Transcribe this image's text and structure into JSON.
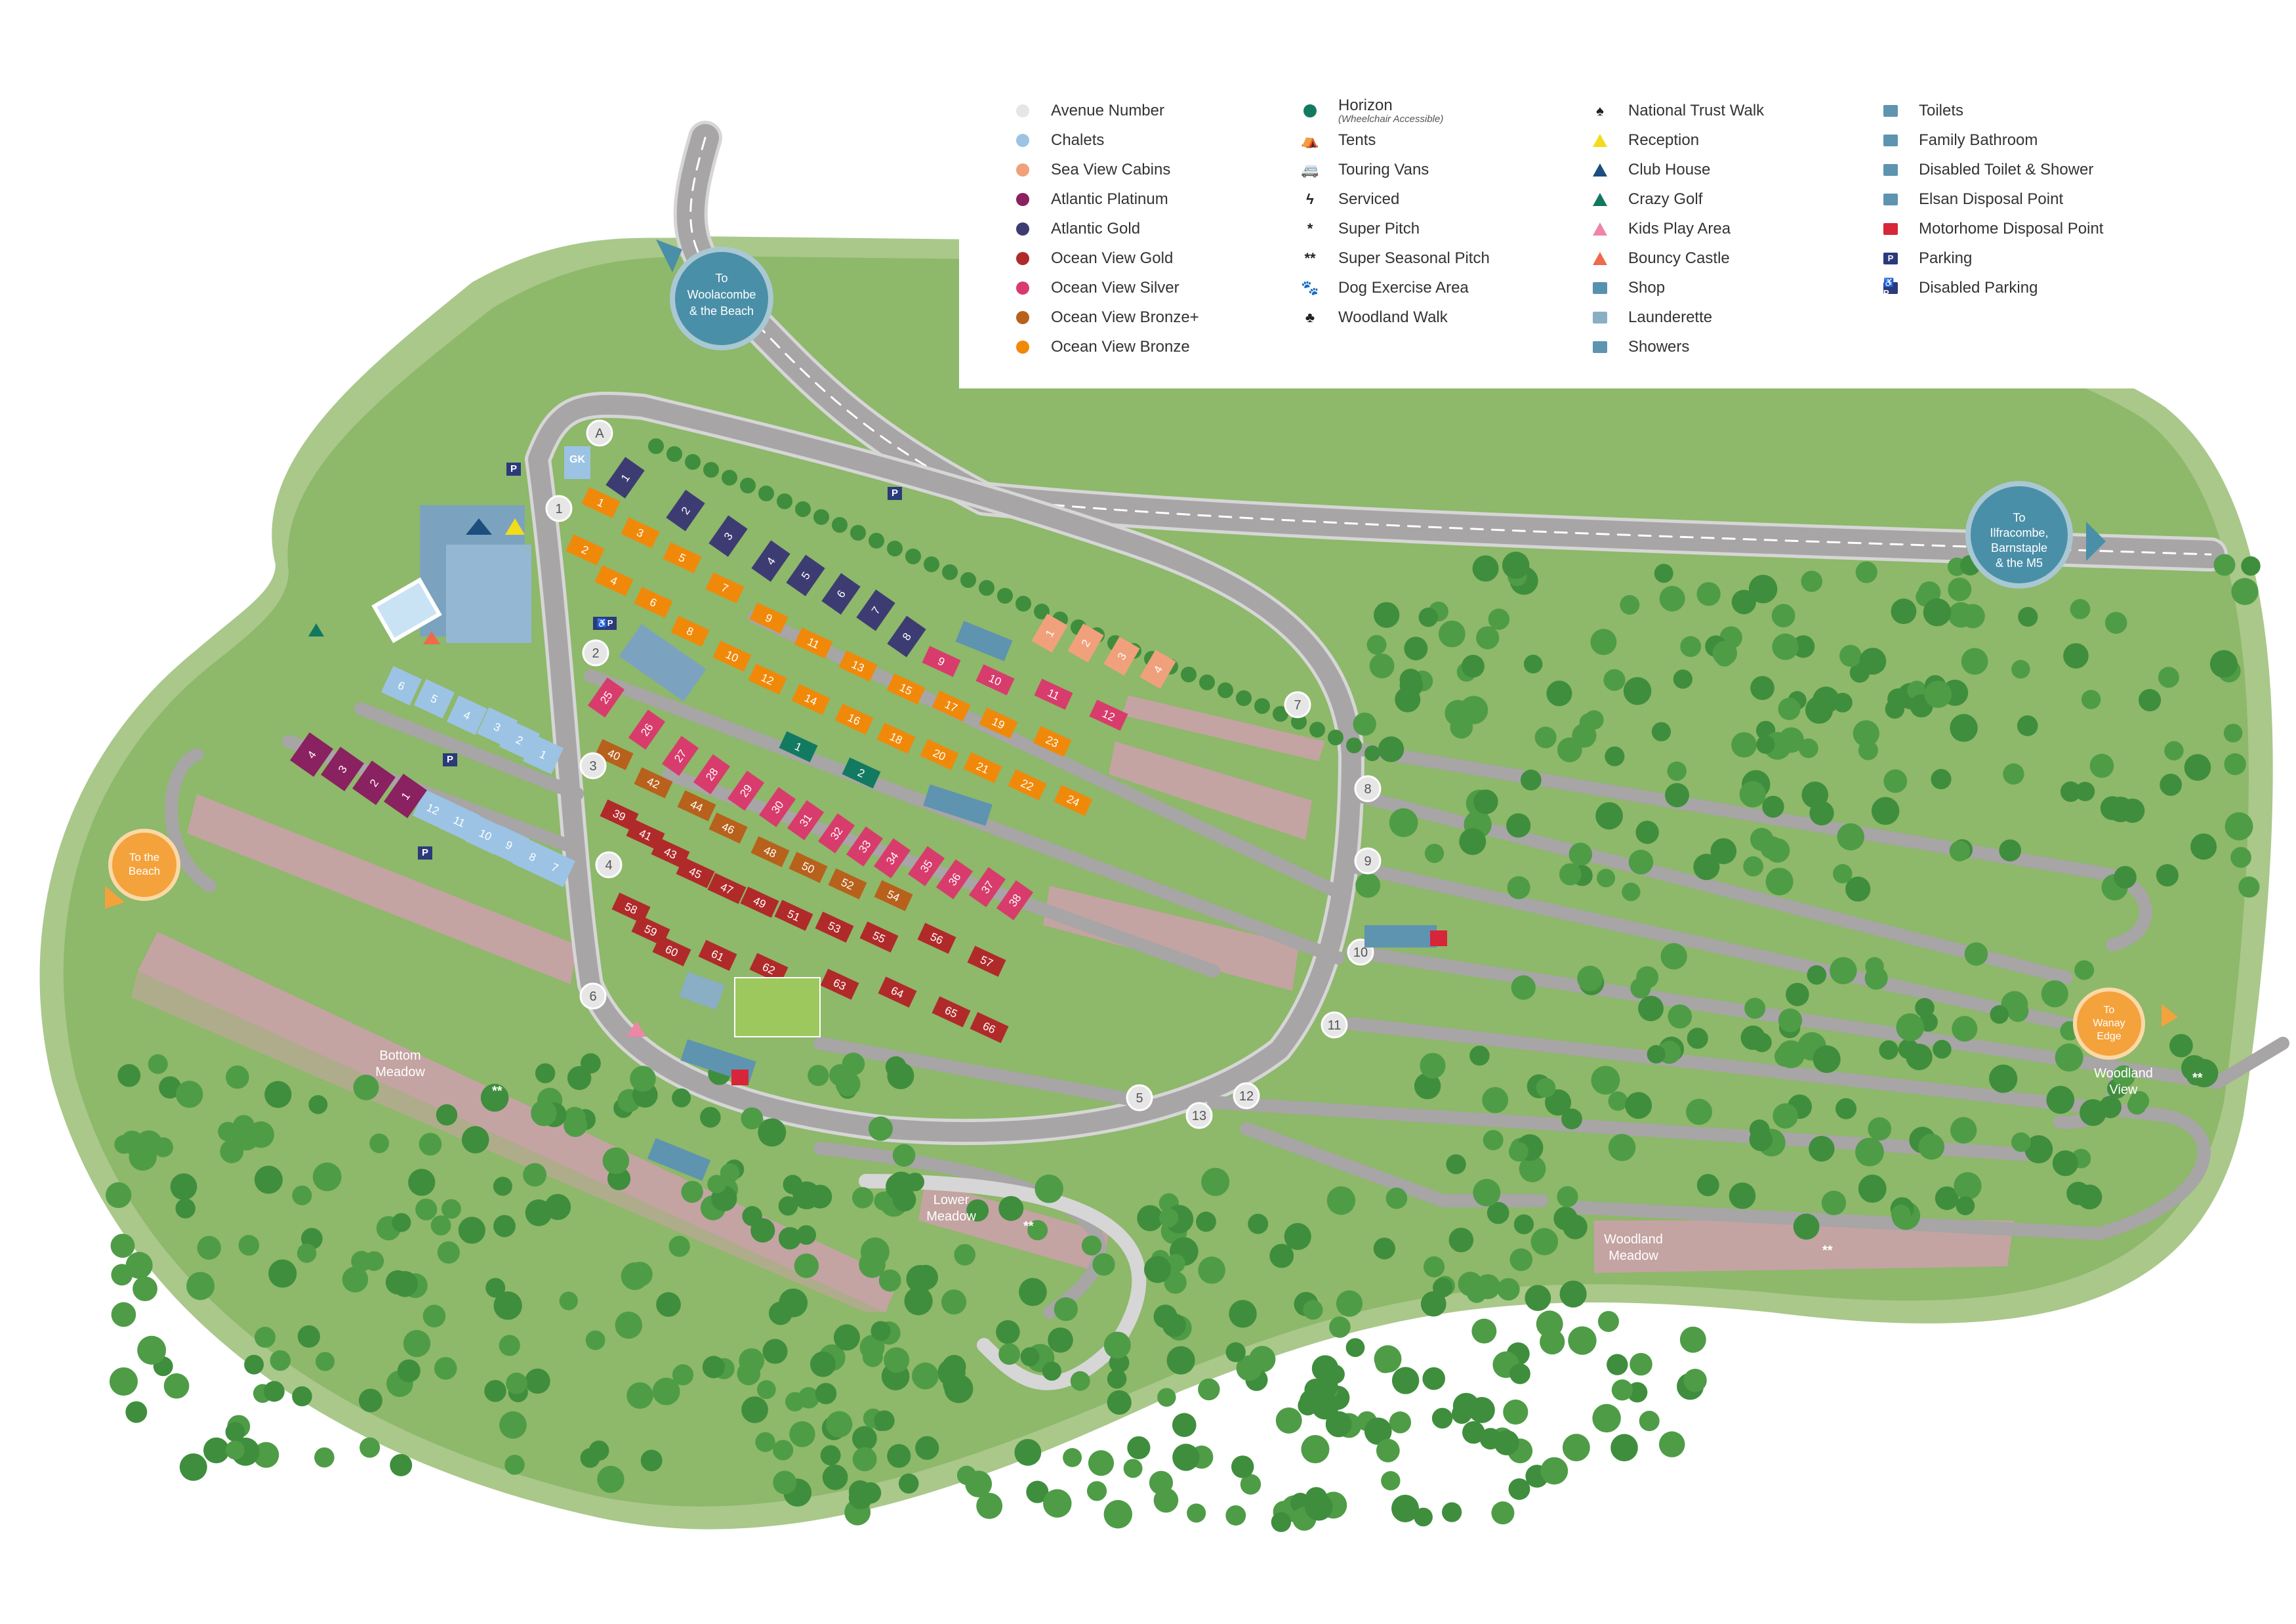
{
  "legend": {
    "col1": [
      {
        "icon": "avenue-number-icon",
        "label": "Avenue Number",
        "color": "#e6e6e6"
      },
      {
        "icon": "chalets-icon",
        "label": "Chalets",
        "color": "#9cc3e4"
      },
      {
        "icon": "sea-view-cabins-icon",
        "label": "Sea View Cabins",
        "color": "#f0a17c"
      },
      {
        "icon": "atlantic-platinum-icon",
        "label": "Atlantic Platinum",
        "color": "#8a2160"
      },
      {
        "icon": "atlantic-gold-icon",
        "label": "Atlantic Gold",
        "color": "#3d3c72"
      },
      {
        "icon": "ocean-view-gold-icon",
        "label": "Ocean View Gold",
        "color": "#b02a2a"
      },
      {
        "icon": "ocean-view-silver-icon",
        "label": "Ocean View Silver",
        "color": "#d83c6c"
      },
      {
        "icon": "ocean-view-bronze-plus-icon",
        "label": "Ocean View Bronze+",
        "color": "#b8611c"
      },
      {
        "icon": "ocean-view-bronze-icon",
        "label": "Ocean View Bronze",
        "color": "#f0890a"
      }
    ],
    "col2": [
      {
        "icon": "horizon-icon",
        "label": "Horizon",
        "sublabel": "(Wheelchair Accessible)",
        "color": "#137a62"
      },
      {
        "icon": "tent-icon",
        "label": "Tents",
        "glyph": "⛺"
      },
      {
        "icon": "touring-van-icon",
        "label": "Touring Vans",
        "glyph": "🚐"
      },
      {
        "icon": "serviced-icon",
        "label": "Serviced",
        "glyph": "ϟ"
      },
      {
        "icon": "super-pitch-icon",
        "label": "Super Pitch",
        "glyph": "*"
      },
      {
        "icon": "super-seasonal-pitch-icon",
        "label": "Super Seasonal Pitch",
        "glyph": "**"
      },
      {
        "icon": "dog-paw-icon",
        "label": "Dog Exercise Area",
        "glyph": "🐾"
      },
      {
        "icon": "tree-icon",
        "label": "Woodland Walk",
        "glyph": "♣"
      }
    ],
    "col3": [
      {
        "icon": "national-trust-icon",
        "label": "National Trust Walk",
        "glyph": "🍃"
      },
      {
        "icon": "reception-icon",
        "label": "Reception",
        "color": "#f2dc1c"
      },
      {
        "icon": "club-house-icon",
        "label": "Club House",
        "color": "#1c4f7e"
      },
      {
        "icon": "crazy-golf-icon",
        "label": "Crazy Golf",
        "color": "#12775f"
      },
      {
        "icon": "kids-play-area-icon",
        "label": "Kids Play Area",
        "color": "#ee86a8"
      },
      {
        "icon": "bouncy-castle-icon",
        "label": "Bouncy Castle",
        "color": "#ee6a4a"
      },
      {
        "icon": "shop-icon",
        "label": "Shop",
        "color": "#5890b0"
      },
      {
        "icon": "launderette-icon",
        "label": "Launderette",
        "color": "#8aaec4"
      },
      {
        "icon": "showers-icon",
        "label": "Showers",
        "color": "#5e94b0"
      }
    ],
    "col4": [
      {
        "icon": "toilets-icon",
        "label": "Toilets",
        "color": "#5e94b0"
      },
      {
        "icon": "family-bathroom-icon",
        "label": "Family Bathroom",
        "color": "#5e94b0"
      },
      {
        "icon": "disabled-toilet-icon",
        "label": "Disabled Toilet & Shower",
        "color": "#5e94b0"
      },
      {
        "icon": "elsan-disposal-icon",
        "label": "Elsan Disposal Point",
        "color": "#5e94b0"
      },
      {
        "icon": "motorhome-disposal-icon",
        "label": "Motorhome Disposal Point",
        "color": "#d6263a"
      },
      {
        "icon": "parking-icon",
        "label": "Parking",
        "color": "#2b3a7a",
        "text": "P"
      },
      {
        "icon": "disabled-parking-icon",
        "label": "Disabled Parking",
        "color": "#2b3a7a",
        "text": "♿P"
      }
    ]
  },
  "directions": {
    "woolacombe": "To Woolacombe & the Beach",
    "ilfracombe": "To Ilfracombe, Barnstaple & the M5",
    "beach": "To the Beach",
    "wanay": "To Wanay Edge"
  },
  "areas": {
    "bottom_meadow": "Bottom Meadow",
    "lower_meadow": "Lower Meadow",
    "woodland_meadow": "Woodland Meadow",
    "woodland_view": "Woodland View"
  },
  "map_markers": {
    "gk": "GK",
    "parking": "P",
    "disabled_parking": "♿P",
    "pitch_stars": "**"
  },
  "avenues": [
    "A",
    "1",
    "2",
    "3",
    "4",
    "5",
    "6",
    "7",
    "8",
    "9",
    "10",
    "11",
    "12",
    "13"
  ],
  "units": {
    "chalets": [
      "6",
      "5",
      "4",
      "3",
      "2",
      "1",
      "12",
      "11",
      "10",
      "9",
      "8",
      "7"
    ],
    "platinum": [
      "4",
      "3",
      "2",
      "1"
    ],
    "gold": [
      "1",
      "2",
      "3",
      "4",
      "5",
      "6",
      "7",
      "8"
    ],
    "cabins": [
      "1",
      "2",
      "3",
      "4"
    ],
    "horizon": [
      "1",
      "2"
    ],
    "bronze": [
      "1",
      "2",
      "3",
      "4",
      "5",
      "6",
      "7",
      "8",
      "9",
      "10",
      "11",
      "12",
      "13",
      "14",
      "15",
      "16",
      "17",
      "18",
      "19",
      "20",
      "21",
      "22",
      "23",
      "24"
    ],
    "silver_top": [
      "9",
      "10",
      "11",
      "12"
    ],
    "silver": [
      "25",
      "26",
      "27",
      "28",
      "29",
      "30",
      "31",
      "32",
      "33",
      "34",
      "35",
      "36",
      "37",
      "38"
    ],
    "bronze_plus": [
      "40",
      "42",
      "44",
      "46",
      "48",
      "50",
      "52",
      "54"
    ],
    "ocean_gold": [
      "39",
      "41",
      "43",
      "45",
      "47",
      "49",
      "51",
      "53",
      "55",
      "56",
      "57",
      "58",
      "59",
      "60",
      "61",
      "62",
      "63",
      "64",
      "65",
      "66"
    ]
  },
  "colors": {
    "outer_green": "#a9c88a",
    "inner_green": "#8eb86a",
    "road": "#a7a5a5",
    "road_edge": "#d6d6d6",
    "pitch": "#c4a3a3",
    "tree": "#3f8e3d",
    "direction_blue": "#4a8fa8",
    "direction_orange": "#f4a23c"
  }
}
